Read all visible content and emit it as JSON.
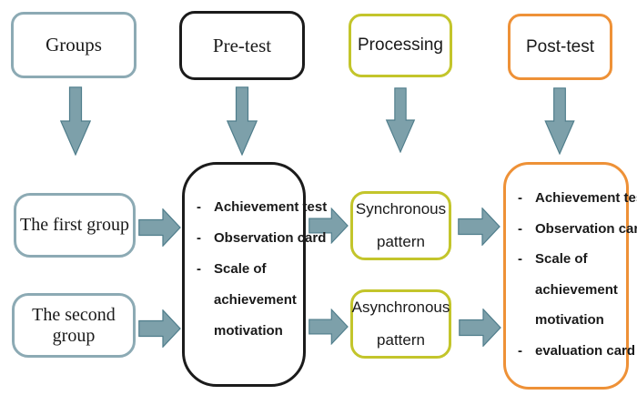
{
  "diagram": {
    "type": "flowchart",
    "description": "Experimental design flow: groups take a pre-test, undergo synchronous/asynchronous processing, then a post-test"
  },
  "colors": {
    "teal_border": "#8caab4",
    "black_border": "#1b1b1b",
    "yellow_border": "#c3c52b",
    "orange_border": "#ee9137",
    "arrow_fill": "#7da0aa",
    "arrow_stroke": "#4f7d8b",
    "text": "#1a1a1a"
  },
  "headers": {
    "groups": "Groups",
    "pretest": "Pre-test",
    "processing": "Processing",
    "posttest": "Post-test"
  },
  "groups": {
    "first": "The first group",
    "second": "The second group"
  },
  "pretest_box": {
    "lines": [
      {
        "dash": "-",
        "text": "Achievement test"
      },
      {
        "dash": "-",
        "text": "Observation card"
      },
      {
        "dash": "-",
        "text": "Scale of"
      },
      {
        "dash": "",
        "text": "achievement"
      },
      {
        "dash": "",
        "text": "motivation"
      }
    ]
  },
  "processing_boxes": {
    "synchronous": {
      "line1": "Synchronous",
      "line2": "pattern"
    },
    "asynchronous": {
      "line1": "Asynchronous",
      "line2": "pattern"
    }
  },
  "posttest_box": {
    "lines": [
      {
        "dash": "-",
        "text": "Achievement test"
      },
      {
        "dash": "-",
        "text": "Observation card"
      },
      {
        "dash": "-",
        "text": "Scale of"
      },
      {
        "dash": "",
        "text": "achievement"
      },
      {
        "dash": "",
        "text": "motivation"
      },
      {
        "dash": "-",
        "text": "evaluation card"
      }
    ]
  }
}
